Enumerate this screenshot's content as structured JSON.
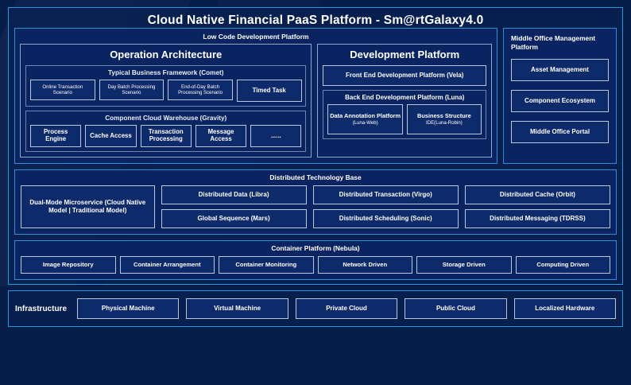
{
  "title": "Cloud Native Financial PaaS Platform - Sm@rtGalaxy4.0",
  "low_code": {
    "title": "Low Code Development Platform",
    "operation_architecture": {
      "title": "Operation Architecture",
      "business_framework": {
        "title": "Typical Business Framework (Comet)",
        "items": [
          "Online Transaction Scenario",
          "Day Batch Processing Scenario",
          "End-of-Day Batch Processing Scenario",
          "Timed Task"
        ]
      },
      "component_warehouse": {
        "title": "Component Cloud Warehouse (Gravity)",
        "items": [
          "Process Engine",
          "Cache Access",
          "Transaction Processing",
          "Message Access",
          "......"
        ]
      }
    },
    "development_platform": {
      "title": "Development Platform",
      "front_end": "Front End Development Platform (Vela)",
      "back_end": {
        "title": "Back End Development Platform (Luna)",
        "items": [
          {
            "name": "Data Annotation Platform",
            "sub": "(Luna-Web)"
          },
          {
            "name": "Business Structure",
            "sub": "IDE(Luna-Robin)"
          }
        ]
      }
    }
  },
  "middle_office": {
    "title": "Middle Office Management Platform",
    "items": [
      "Asset Management",
      "Component Ecosystem",
      "Middle Office Portal"
    ]
  },
  "distributed_base": {
    "title": "Distributed Technology Base",
    "microservice": "Dual-Mode Microservice (Cloud Native Model | Traditional Model)",
    "col2": [
      "Distributed Data (Libra)",
      "Global Sequence (Mars)"
    ],
    "col3": [
      "Distributed Transaction (Virgo)",
      "Distributed Scheduling (Sonic)"
    ],
    "col4": [
      "Distributed Cache (Orbit)",
      "Distributed Messaging (TDRSS)"
    ]
  },
  "container_platform": {
    "title": "Container Platform (Nebula)",
    "items": [
      "Image Repository",
      "Container Arrangement",
      "Container Monitoring",
      "Network Driven",
      "Storage Driven",
      "Computing Driven"
    ]
  },
  "infrastructure": {
    "label": "Infrastructure",
    "items": [
      "Physical Machine",
      "Virtual Machine",
      "Private Cloud",
      "Public Cloud",
      "Localized Hardware"
    ]
  },
  "colors": {
    "background": "#071d49",
    "panel": "#0a2461",
    "accent_border": "#1e9be0",
    "box_border": "#b9c7dd",
    "text": "#ffffff"
  }
}
